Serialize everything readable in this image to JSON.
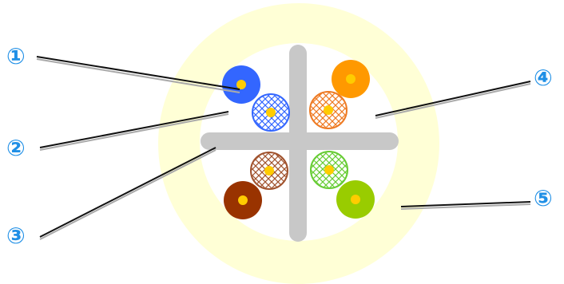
{
  "callouts": [
    {
      "id": "1",
      "label": "①"
    },
    {
      "id": "2",
      "label": "②"
    },
    {
      "id": "3",
      "label": "③"
    },
    {
      "id": "4",
      "label": "④"
    },
    {
      "id": "5",
      "label": "⑤"
    }
  ],
  "colors": {
    "jacket": "#ffffd6",
    "inner_core": "#ffffff",
    "separator": "#c8c8c8",
    "conductor": "#ffcc00",
    "callout_text": "#1f8fe6",
    "leader_line": "#111111",
    "leader_shadow": "#aaaaaa"
  },
  "wires": [
    {
      "name": "blue",
      "color": "#3366ff",
      "style": "solid"
    },
    {
      "name": "blue-white",
      "color": "#3366ff",
      "style": "striped"
    },
    {
      "name": "orange",
      "color": "#ff9900",
      "style": "solid"
    },
    {
      "name": "orange-white",
      "color": "#ee7a22",
      "style": "striped"
    },
    {
      "name": "brown-white",
      "color": "#a0522d",
      "style": "striped"
    },
    {
      "name": "brown",
      "color": "#993300",
      "style": "solid"
    },
    {
      "name": "green-white",
      "color": "#66cc33",
      "style": "striped"
    },
    {
      "name": "green",
      "color": "#99cc00",
      "style": "solid"
    }
  ]
}
